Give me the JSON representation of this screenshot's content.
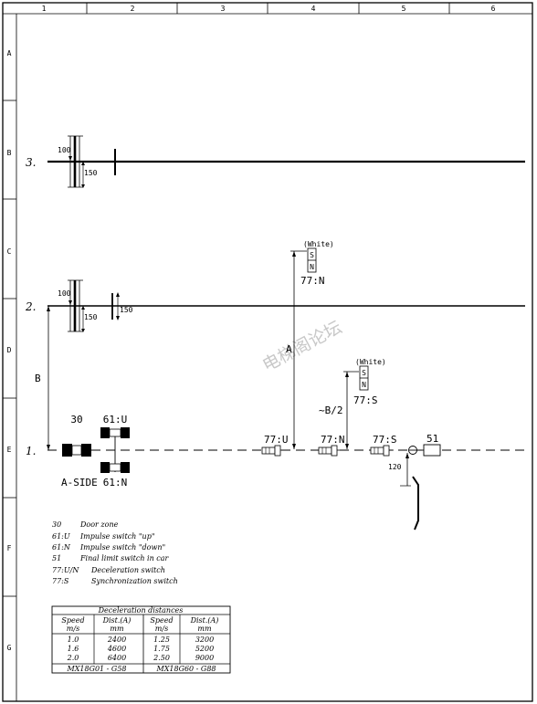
{
  "frame": {
    "columns": [
      "1",
      "2",
      "3",
      "4",
      "5",
      "6"
    ],
    "rows": [
      "A",
      "B",
      "C",
      "D",
      "E",
      "F",
      "G"
    ]
  },
  "floors": {
    "level_3": "3.",
    "level_2": "2.",
    "level_1": "1."
  },
  "dimensions": {
    "floor3_above": "100",
    "floor3_below": "150",
    "floor2_above": "100",
    "floor2_below": "150",
    "floor2_right": "150",
    "dist_b": "B",
    "dist_a": "A",
    "dist_half_b": "~B/2",
    "dist_120": "120"
  },
  "magnets": {
    "upper_label": "(White)",
    "upper_s": "S",
    "upper_n": "N",
    "lower_label": "(White)",
    "lower_s": "S",
    "lower_n": "N"
  },
  "labels": {
    "door_zone": "30",
    "a_side": "A-SIDE",
    "impulse_up": "61:U",
    "impulse_down": "61:N",
    "upper_magnet_tag": "77:N",
    "lower_magnet_tag": "77:S",
    "switch_u": "77:U",
    "switch_n": "77:N",
    "switch_s": "77:S",
    "final_limit": "51"
  },
  "legend": [
    {
      "code": "30",
      "text": "Door zone"
    },
    {
      "code": "61:U",
      "text": "Impulse switch \"up\""
    },
    {
      "code": "61:N",
      "text": "Impulse switch \"down\""
    },
    {
      "code": "51",
      "text": "Final limit switch in car"
    },
    {
      "code": "77:U/N",
      "text": "Deceleration switch"
    },
    {
      "code": "77:S",
      "text": "Synchronization switch"
    }
  ],
  "decel_table": {
    "title": "Deceleration distances",
    "headers": [
      "Speed",
      "Dist.(A)",
      "Speed",
      "Dist.(A)"
    ],
    "units": [
      "m/s",
      "mm",
      "m/s",
      "mm"
    ],
    "rows": [
      [
        "1.0",
        "2400",
        "1.25",
        "3200"
      ],
      [
        "1.6",
        "4600",
        "1.75",
        "5200"
      ],
      [
        "2.0",
        "6400",
        "2.50",
        "9000"
      ]
    ],
    "footer": [
      "MX18G01 - G58",
      "MX18G60 - G88"
    ]
  },
  "watermark": "电梯阁论坛"
}
